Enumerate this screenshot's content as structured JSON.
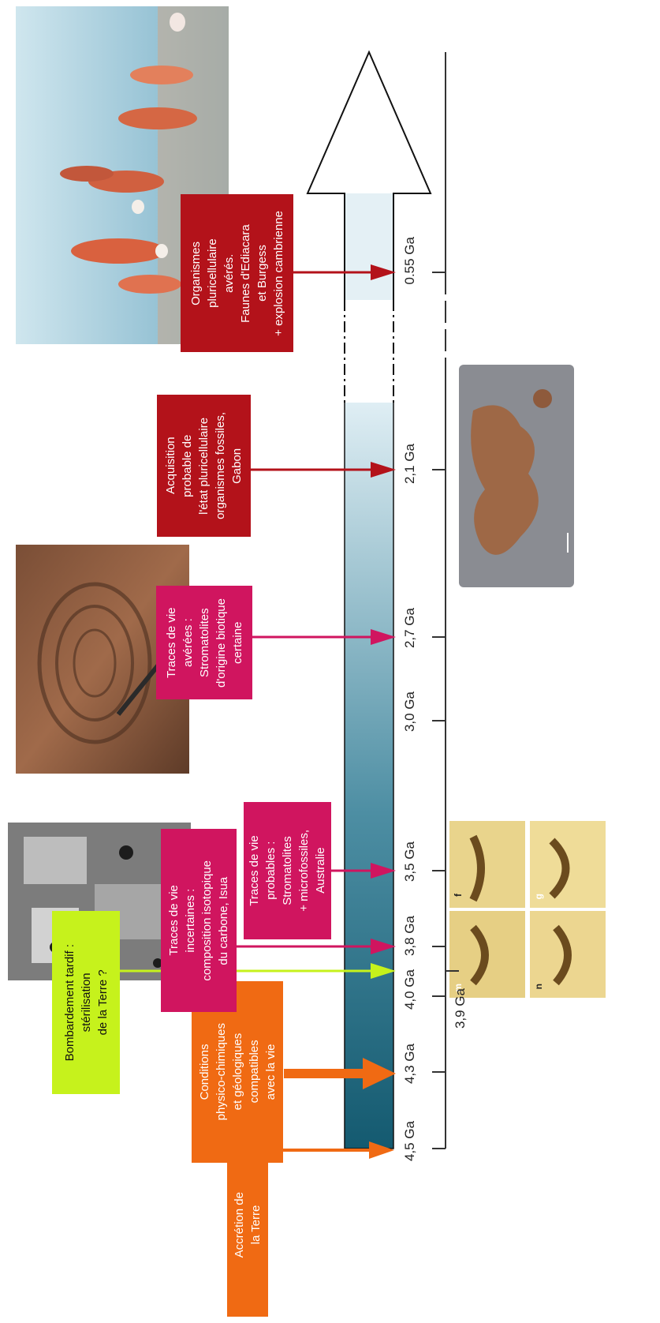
{
  "colors": {
    "red": "#b3121a",
    "pink": "#d0155f",
    "lime": "#c6f21c",
    "orange": "#f06a13",
    "teal_dark": "#145a70",
    "teal_light": "#e4f0f5"
  },
  "ticks": [
    {
      "label": "4,5 Ga"
    },
    {
      "label": "4,3 Ga"
    },
    {
      "label": "4,0 Ga"
    },
    {
      "label": "3,9 Ga"
    },
    {
      "label": "3,8 Ga"
    },
    {
      "label": "3,5 Ga"
    },
    {
      "label": "3,0 Ga"
    },
    {
      "label": "2,7 Ga"
    },
    {
      "label": "2,1 Ga"
    },
    {
      "label": "0.55 Ga"
    }
  ],
  "events": [
    {
      "text": "Accrétion de\nla Terre"
    },
    {
      "text": "Conditions\nphysico-chimiques\net géologiques\ncompatibles\navec la vie"
    },
    {
      "text": "Bombardement tardif :\nstérilisation\nde la Terre ?"
    },
    {
      "text": "Traces de vie\nincertaines :\ncomposition isotopique\ndu carbone, Isua"
    },
    {
      "text": "Traces de vie\nprobables :\nStromatolites\n+ microfossiles,\nAustralie"
    },
    {
      "text": "Traces de vie\navérées :\nStromatolites\nd'origine biotique\ncertaine"
    },
    {
      "text": "Acquisition\nprobable de\nl'état pluricellulaire\norganismes fossiles,\nGabon"
    },
    {
      "text": "Organismes\npluricellulaire\navérés.\nFaunes d'Ediacara\net Burgess\n+ explosion cambrienne"
    }
  ],
  "photos": {
    "micro_labels": [
      "f",
      "g",
      "m",
      "n"
    ]
  }
}
